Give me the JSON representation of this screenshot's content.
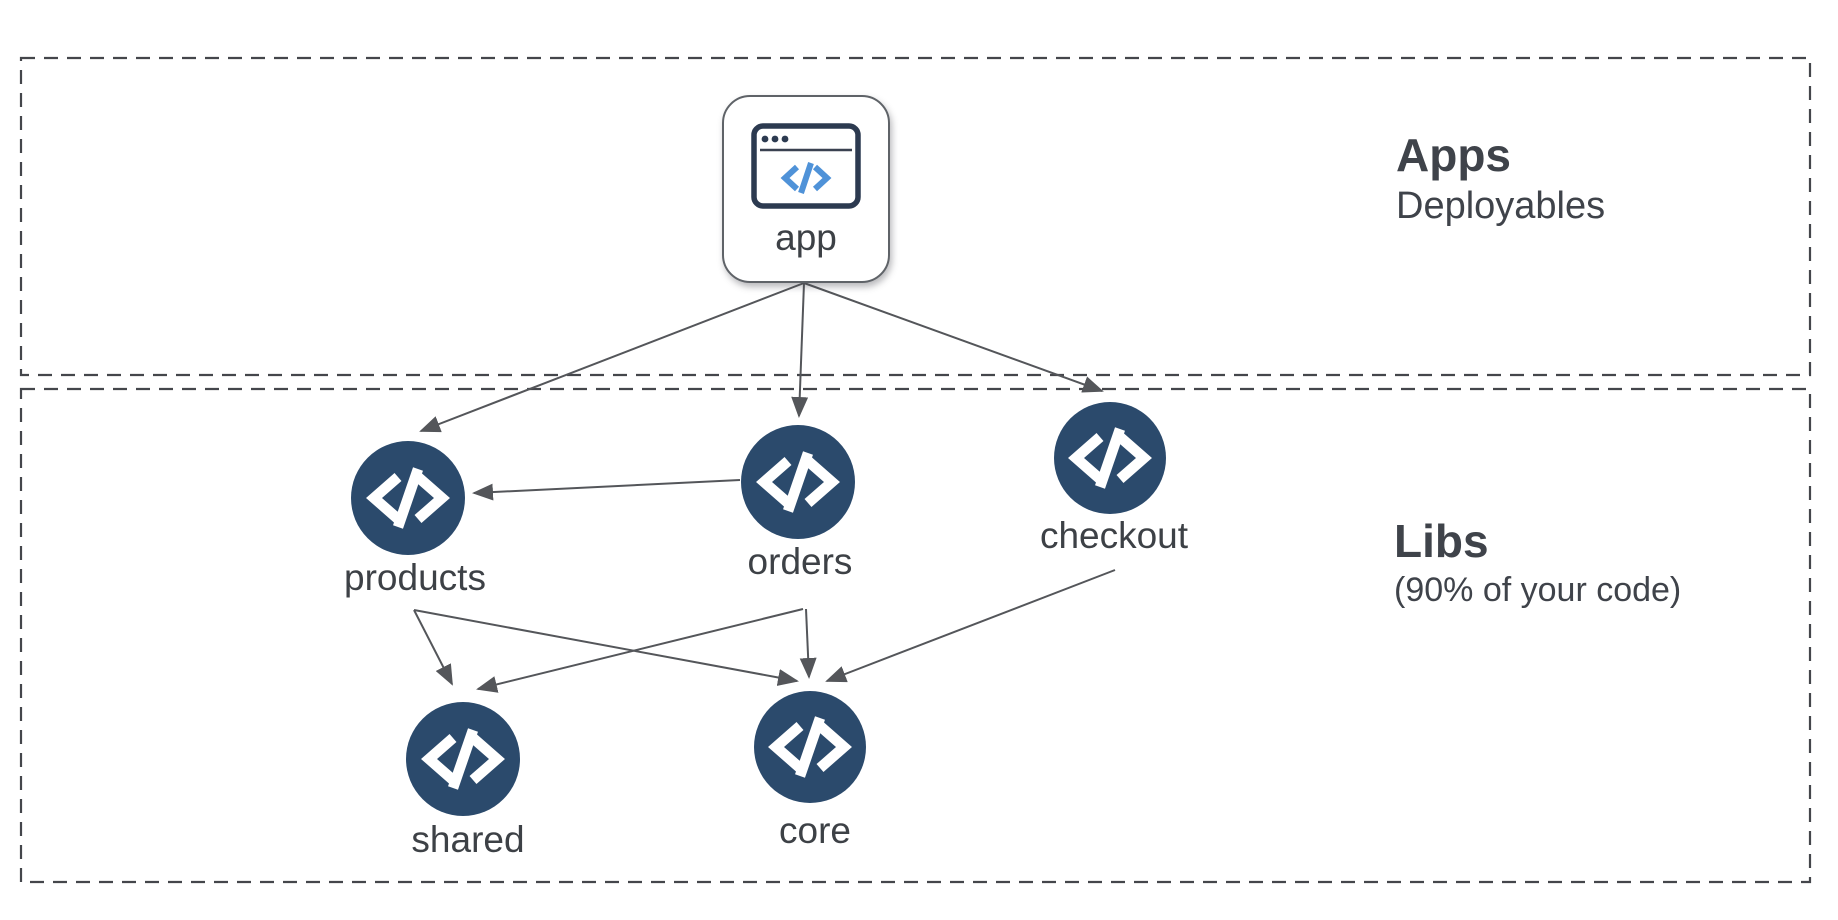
{
  "diagram": {
    "sections": [
      {
        "id": "apps",
        "title": "Apps",
        "subtitle": "Deployables"
      },
      {
        "id": "libs",
        "title": "Libs",
        "subtitle": "(90% of your code)"
      }
    ],
    "nodes": {
      "app": {
        "label": "app",
        "kind": "application",
        "icon": "browser-code-icon"
      },
      "products": {
        "label": "products",
        "kind": "library",
        "icon": "code-icon"
      },
      "orders": {
        "label": "orders",
        "kind": "library",
        "icon": "code-icon"
      },
      "checkout": {
        "label": "checkout",
        "kind": "library",
        "icon": "code-icon"
      },
      "shared": {
        "label": "shared",
        "kind": "library",
        "icon": "code-icon"
      },
      "core": {
        "label": "core",
        "kind": "library",
        "icon": "code-icon"
      }
    },
    "edges": [
      {
        "from": "app",
        "to": "products"
      },
      {
        "from": "app",
        "to": "orders"
      },
      {
        "from": "app",
        "to": "checkout"
      },
      {
        "from": "orders",
        "to": "products"
      },
      {
        "from": "orders",
        "to": "shared"
      },
      {
        "from": "orders",
        "to": "core"
      },
      {
        "from": "products",
        "to": "shared"
      },
      {
        "from": "products",
        "to": "core"
      },
      {
        "from": "checkout",
        "to": "core"
      }
    ]
  },
  "colors": {
    "navy": "#2b4a6c",
    "edge": "#54565a",
    "dashed": "#44464b",
    "label": "#3d4146",
    "heading": "#3f434a",
    "icon-navy": "#2c3a50",
    "icon-blue": "#4f92d8",
    "app-border": "#5f6368",
    "bg": "#ffffff"
  }
}
